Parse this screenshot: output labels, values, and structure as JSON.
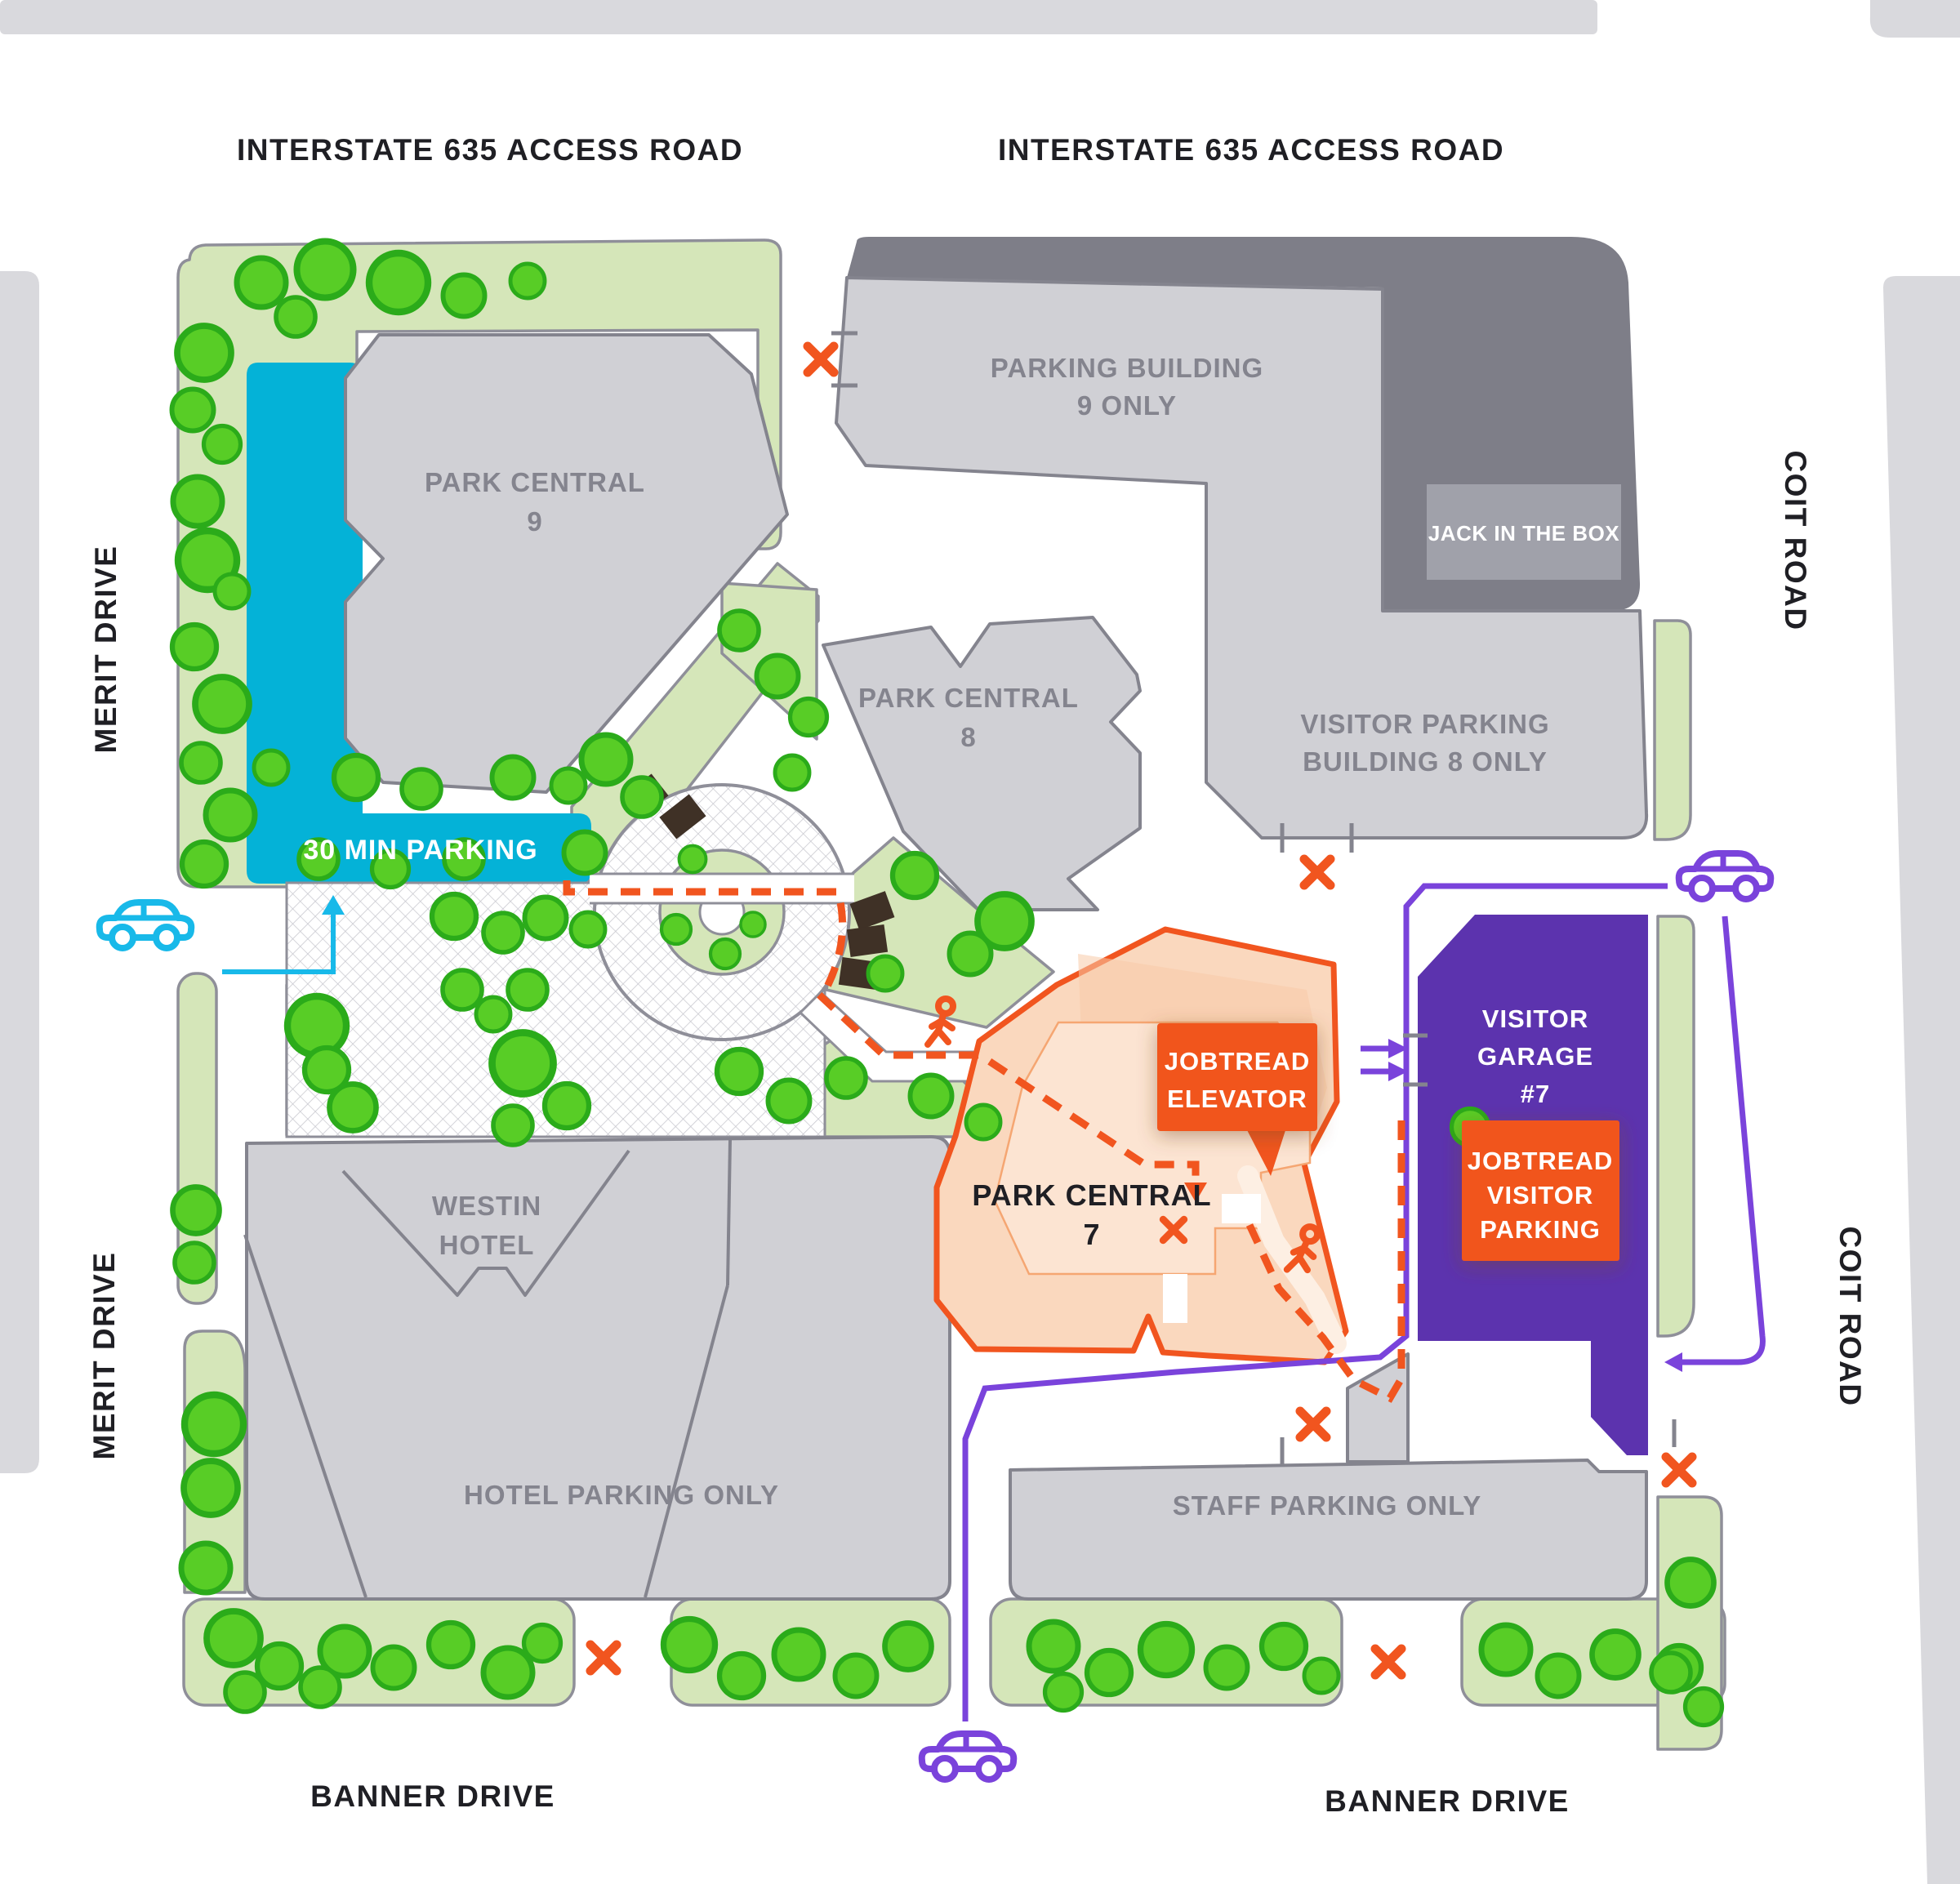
{
  "roads": {
    "interstate_1": "INTERSTATE 635 ACCESS ROAD",
    "interstate_2": "INTERSTATE 635 ACCESS ROAD",
    "merit_1": "MERIT DRIVE",
    "merit_2": "MERIT DRIVE",
    "coit_1": "COIT ROAD",
    "coit_2": "COIT ROAD",
    "banner_1": "BANNER DRIVE",
    "banner_2": "BANNER DRIVE"
  },
  "areas": {
    "park_central_9": [
      "PARK CENTRAL",
      "9"
    ],
    "park_central_8": [
      "PARK CENTRAL",
      "8"
    ],
    "park_central_7": [
      "PARK CENTRAL",
      "7"
    ],
    "parking_building_9": [
      "PARKING BUILDING",
      "9 ONLY"
    ],
    "jack_in_the_box": "JACK IN THE BOX",
    "visitor_parking_8": [
      "VISITOR PARKING",
      "BUILDING 8 ONLY"
    ],
    "thirty_min_parking": "30 MIN PARKING",
    "westin_hotel": [
      "WESTIN",
      "HOTEL"
    ],
    "hotel_parking": "HOTEL PARKING ONLY",
    "staff_parking": "STAFF PARKING ONLY",
    "visitor_garage": [
      "VISITOR",
      "GARAGE",
      "#7"
    ],
    "jobtread_elevator": [
      "JOBTREAD",
      "ELEVATOR"
    ],
    "jobtread_visitor_parking": [
      "JOBTREAD",
      "VISITOR",
      "PARKING"
    ]
  },
  "icons": {
    "car_visitor_route": "car-icon",
    "car_30min_route": "car-icon",
    "pedestrian": "pedestrian-icon",
    "tree": "tree-icon",
    "no_entry": "x-marker-icon"
  },
  "colors": {
    "accent_orange": "#F1551F",
    "peach_fill": "#FAD8BE",
    "purple_fill": "#5C33AE",
    "purple_route": "#7A43DB",
    "cyan_fill": "#04B2D7",
    "tree_green": "#58CD26",
    "tree_stroke": "#2BAB1A",
    "verge_green": "#D5E6B9",
    "building_gray": "#D0D0D5",
    "dark_gray": "#7E7E88",
    "road_gray": "#D9D9DD",
    "label_gray": "#84848E",
    "label_dark": "#1F1F24"
  }
}
